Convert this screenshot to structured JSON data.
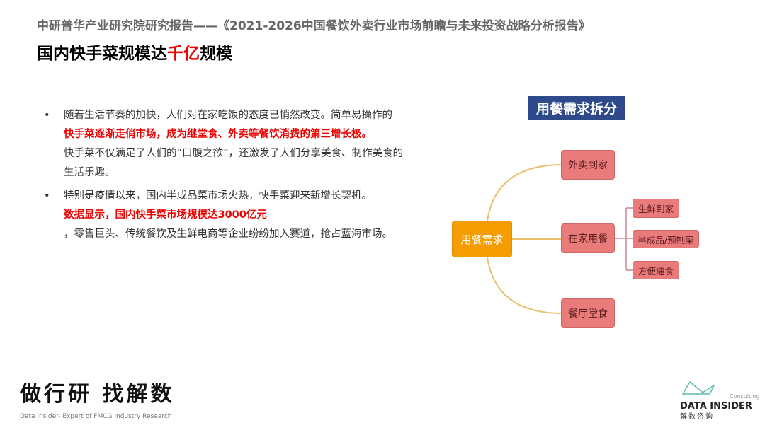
{
  "header": "中研普华产业研究院研究报告——《2021-2026中国餐饮外卖行业市场前瞻与未来投资战略分析报告》",
  "title": {
    "prefix": "国内快手菜规模达",
    "highlight": "千亿",
    "suffix": "规模"
  },
  "bullets": [
    {
      "parts": [
        {
          "t": "随着生活节奏的加快，人们对在家吃饭的态度已悄然改变。简单易操作的",
          "red": false
        },
        {
          "t": "快手菜逐渐走俏市场，成为继堂食、外卖等餐饮消费的第三增长极。",
          "red": true
        },
        {
          "t": "快手菜不仅满足了人们的“口腹之欲”，还激发了人们分享美食、制作美食的生活乐趣。",
          "red": false
        }
      ]
    },
    {
      "parts": [
        {
          "t": "特别是疫情以来，国内半成品菜市场火热，快手菜迎来新增长契机。",
          "red": false
        },
        {
          "t": "数据显示，国内快手菜市场规模达3000亿元",
          "red": true
        },
        {
          "t": "，零售巨头、传统餐饮及生鲜电商等企业纷纷加入赛道，抢占蓝海市场。",
          "red": false
        }
      ]
    }
  ],
  "diagram": {
    "title": "用餐需求拆分",
    "center": "用餐需求",
    "branches": [
      "外卖到家",
      "在家用餐",
      "餐厅堂食"
    ],
    "sub_branches": [
      "生鲜到家",
      "半成品/预制菜",
      "方便速食"
    ]
  },
  "footer": {
    "slogan": "做行研 找解数",
    "slogan_sub": "Data Insider- Expert of FMCG Industry Research",
    "logo_text": "DATA INSIDER",
    "logo_small": "Consulting",
    "logo_cn": "解数咨询"
  }
}
